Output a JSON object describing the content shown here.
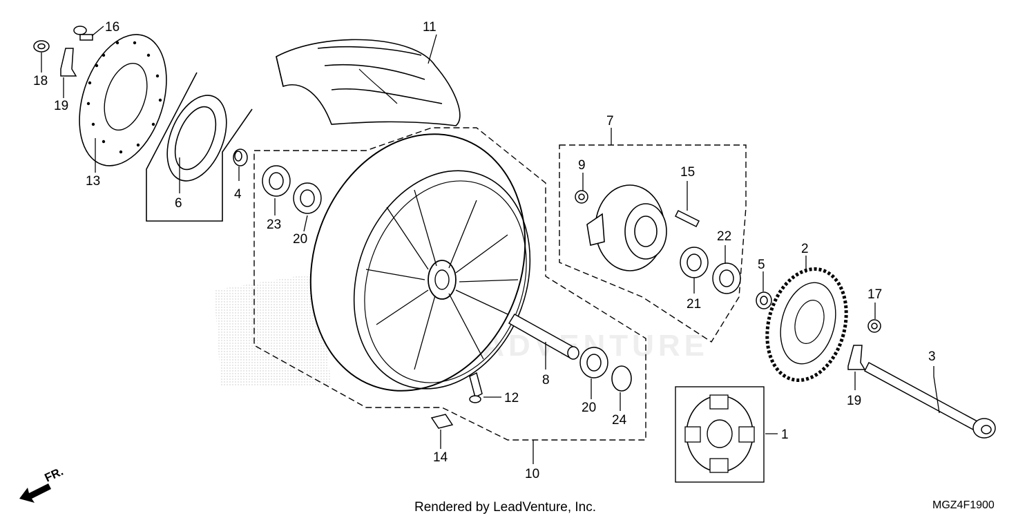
{
  "callouts": [
    "1",
    "2",
    "3",
    "4",
    "5",
    "6",
    "7",
    "8",
    "9",
    "10",
    "11",
    "12",
    "13",
    "14",
    "15",
    "16",
    "17",
    "18",
    "19",
    "20",
    "21",
    "22",
    "23",
    "24"
  ],
  "direction_label": "FR.",
  "watermark": "LEADVENTURE",
  "footer": {
    "rendered_by": "Rendered by LeadVenture, Inc.",
    "diagram_code": "MGZ4F1900"
  }
}
